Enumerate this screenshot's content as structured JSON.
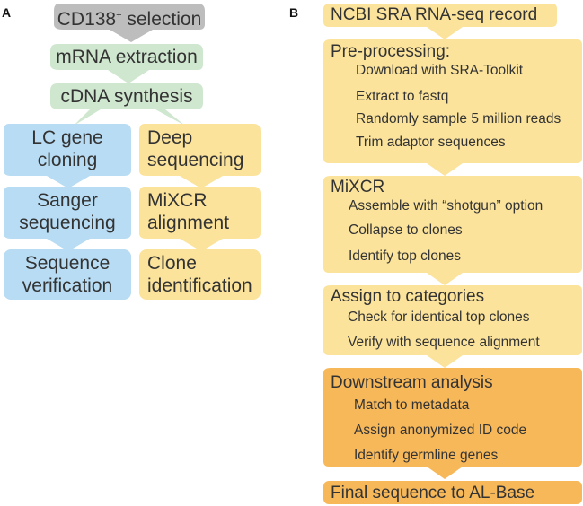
{
  "panelA": {
    "label": "A",
    "cd138_pre": "CD138",
    "cd138_sup": "+",
    "cd138_post": " selection",
    "mrna": "mRNA extraction",
    "cdna": "cDNA synthesis",
    "left": [
      "LC gene cloning",
      "Sanger sequencing",
      "Sequence verification"
    ],
    "left_lines": [
      [
        "LC gene",
        "cloning"
      ],
      [
        "Sanger",
        "sequencing"
      ],
      [
        "Sequence",
        "verification"
      ]
    ],
    "right_lines": [
      [
        "Deep",
        "sequencing"
      ],
      [
        "MiXCR",
        "alignment"
      ],
      [
        "Clone",
        "identification"
      ]
    ],
    "colors": {
      "gray": "#bdbdbd",
      "green": "#cfe6cf",
      "blue": "#b7dcf3",
      "yellow": "#fbe39b"
    }
  },
  "panelB": {
    "label": "B",
    "ncbi": "NCBI SRA RNA-seq record",
    "preprocessing": {
      "title": "Pre-processing:",
      "items": [
        "Download with SRA-Toolkit",
        "Extract to fastq",
        "Randomly sample 5 million reads",
        "Trim adaptor sequences"
      ]
    },
    "mixcr": {
      "title": "MiXCR",
      "items": [
        "Assemble with “shotgun” option",
        "Collapse to clones",
        "Identify top clones"
      ]
    },
    "assign": {
      "title": "Assign to categories",
      "items": [
        "Check for identical top clones",
        "Verify with sequence alignment"
      ]
    },
    "downstream": {
      "title": "Downstream analysis",
      "items": [
        "Match to metadata",
        "Assign anonymized ID code",
        "Identify germline genes"
      ]
    },
    "final": "Final sequence to AL-Base",
    "colors": {
      "yellow": "#fbe39b",
      "orange": "#f7b85a"
    }
  }
}
